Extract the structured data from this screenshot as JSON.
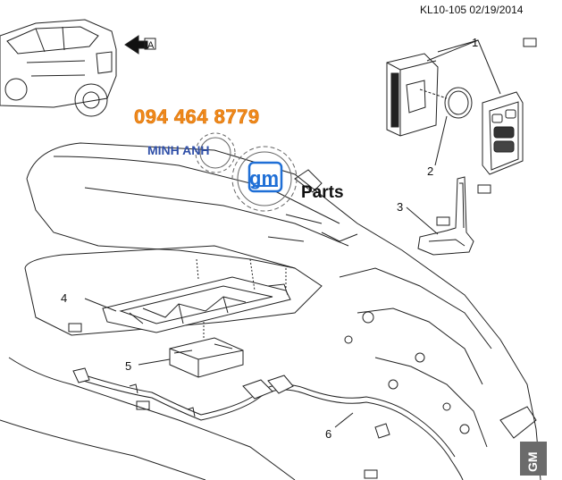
{
  "header": {
    "doc_id": "KL10-105  02/19/2014"
  },
  "view_label": "A",
  "callouts": [
    "1",
    "2",
    "3",
    "4",
    "5",
    "6"
  ],
  "watermark": {
    "phone": "094 464 8779",
    "company": "MINH ANH",
    "brand": "gm",
    "suffix": "Parts",
    "colors": {
      "phone": "#f08a1c",
      "company": "#2f4fa8",
      "brand": "#1f6fd6"
    }
  },
  "corner_logo": "GM",
  "line_color": "#222222"
}
